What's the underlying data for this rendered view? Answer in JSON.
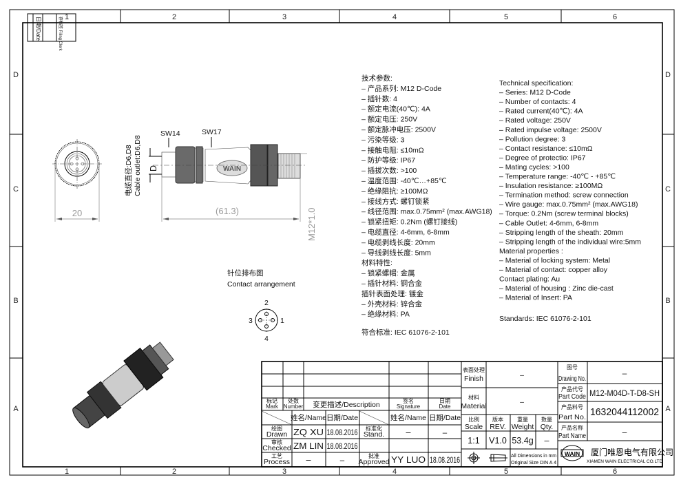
{
  "frame": {
    "zones_top": [
      "1",
      "2",
      "3",
      "4",
      "5",
      "6"
    ],
    "zones_side": [
      "D",
      "C",
      "B",
      "A"
    ],
    "corner_block": {
      "date_label": "日期/Date",
      "filing_label": "存档签 Filing Clerk"
    }
  },
  "drawing": {
    "sw14": "SW14",
    "sw17": "SW17",
    "cable_outlet_cn": "电缆直径:D6,D8",
    "cable_outlet_en": "Cable outlet:D6,D8",
    "d_label": "D",
    "width_dim": "20",
    "length_dim": "(61.3)",
    "thread_dim": "M12*1.0",
    "brand_mark": "WAIN"
  },
  "contact_arrangement": {
    "title_cn": "针位排布图",
    "title_en": "Contact arrangement",
    "pins": [
      "1",
      "2",
      "3",
      "4"
    ]
  },
  "spec_cn": {
    "lines": [
      "技术参数:",
      "–  产品系列: M12  D-Code",
      "–  插针数: 4",
      "–  额定电流(40℃): 4A",
      "–  额定电压: 250V",
      "–  额定脉冲电压: 2500V",
      "–  污染等级: 3",
      "–  接触电阻: ≤10mΩ",
      "–  防护等级: IP67",
      "–  插拔次数: >100",
      "–  温度范围: -40℃…+85℃",
      "–  绝缘阻抗: ≥100MΩ",
      "–  接线方式: 螺钉锁紧",
      "–  线径范围: max.0.75mm² (max.AWG18)",
      "–  锁紧扭矩: 0.2Nm  (螺钉接线)",
      "–  电缆直径: 4-6mm, 6-8mm",
      "–  电缆剥线长度: 20mm",
      "–  导线剥线长度: 5mm",
      "材料特性:",
      "–  锁紧螺帽: 金属",
      "–  插针材料: 铜合金",
      "    插针表面处理: 镀金",
      "–  外壳材料: 锌合金",
      "–  绝缘材料: PA"
    ],
    "standard": "符合标准: IEC 61076-2-101"
  },
  "spec_en": {
    "lines": [
      "Technical specification:",
      "–  Series: M12  D-Code",
      "–  Number of contacts:   4",
      "–  Rated current(40℃):   4A",
      "–  Rated voltage:            250V",
      "–  Rated impulse voltage: 2500V",
      "–  Pollution degree: 3",
      "–  Contact resistance: ≤10mΩ",
      "–  Degree of protectio: IP67",
      "–  Mating cycles: >100",
      "–  Temperature range: -40℃  -  +85℃",
      "–  Insulation resistance: ≥100MΩ",
      "–  Termination method: screw connection",
      "–  Wire gauge: max.0.75mm² (max.AWG18)",
      "–  Torque: 0.2Nm (screw terminal blocks)",
      "–  Cable Outlet: 4-6mm, 6-8mm",
      "–  Stripping length of the sheath: 20mm",
      "–  Stripping length of the individual wire:5mm",
      "Material properties :",
      "–  Material of locking system: Metal",
      "–  Material of contact: copper alloy",
      "    Contact plating: Au",
      "–  Material of housing : Zinc die-cast",
      "–  Material of Insert: PA"
    ],
    "standard": "Standards: IEC 61076-2-101"
  },
  "title_block": {
    "revision_header": {
      "mark_cn": "标记",
      "mark": "Mark",
      "number_cn": "处数",
      "number": "Number",
      "description": "变更描述/Description",
      "signature_cn": "签名",
      "signature": "Signature",
      "date_cn": "日期",
      "date": "Date"
    },
    "name_header": "姓名/Name",
    "date_header": "日期/Date",
    "drawn": {
      "label_cn": "绘图",
      "label": "Drawn",
      "name": "ZQ  XU",
      "date": "18.08.2016"
    },
    "checked": {
      "label_cn": "审核",
      "label": "Checked",
      "name": "ZM  LIN",
      "date": "18.08.2016"
    },
    "process": {
      "label_cn": "工艺",
      "label": "Process",
      "name": "–",
      "date": "–"
    },
    "stand": {
      "label_cn": "标准化",
      "label": "Stand.",
      "name": "–",
      "date": "–"
    },
    "approved": {
      "label_cn": "批准",
      "label": "Approved",
      "name": "YY  LUO",
      "date": "18.08.2016"
    },
    "finish": {
      "label_cn": "表面处理",
      "label": "Finish",
      "value": "–"
    },
    "material": {
      "label_cn": "材料",
      "label": "Material",
      "value": "–"
    },
    "scale": {
      "label_cn": "比例",
      "label": "Scale",
      "value": "1:1"
    },
    "rev": {
      "label_cn": "版本",
      "label": "REV.",
      "value": "V1.0"
    },
    "weight": {
      "label_cn": "重量",
      "label": "Weight",
      "value": "53.4g"
    },
    "qty": {
      "label_cn": "数量",
      "label": "Qty.",
      "value": "–"
    },
    "dimensions_note": [
      "All Dimensions in mm",
      "Original Size DIN A 4"
    ],
    "drawing_no": {
      "label_cn": "图号",
      "label": "Drawing No.",
      "value": "–"
    },
    "part_code": {
      "label_cn": "产品代号",
      "label": "Part Code",
      "value": "M12-M04D-T-D8-SH"
    },
    "part_no": {
      "label_cn": "产品料号",
      "label": "Part No.",
      "value": "1632044112002"
    },
    "part_name": {
      "label_cn": "产品名称",
      "label": "Part Name",
      "value": "–"
    },
    "company_cn": "厦门唯恩电气有限公司",
    "company_en": "XIAMEN WAIN ELECTRICAL CO.LTD",
    "logo_text": "WAIN"
  }
}
